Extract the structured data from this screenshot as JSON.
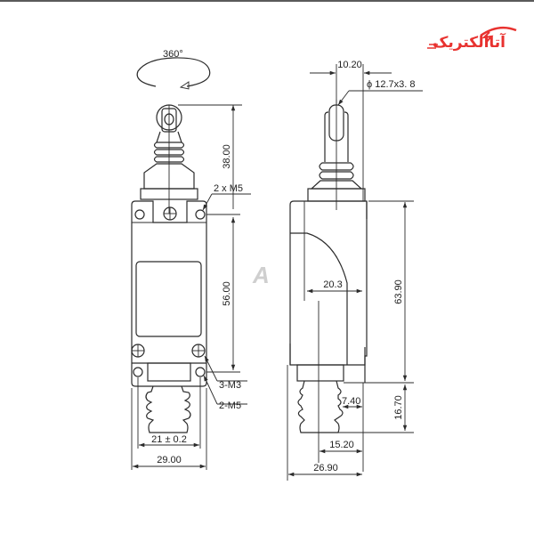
{
  "logo": {
    "text": "آتاالکتریک",
    "color": "#e8322f"
  },
  "watermark": {
    "glyph": "A",
    "color": "#c8c8c8"
  },
  "front_view": {
    "rotation_label": "360°",
    "dimensions": {
      "actuator_height": "38.00",
      "body_height": "56.00",
      "mounting_hole_spacing": "21 ± 0.2",
      "body_width": "29.00"
    },
    "callouts": {
      "top_holes": "2 x M5",
      "screws": "3-M3",
      "bottom_holes": "2-M5"
    }
  },
  "side_view": {
    "dimensions": {
      "roller_width": "10.20",
      "roller_spec": "ϕ 12.7x3. 8",
      "plunger_offset": "20.3",
      "body_height": "63.90",
      "boot_offset": "7.40",
      "boot_height": "16.70",
      "center_offset": "15.20",
      "total_depth": "26.90"
    }
  }
}
